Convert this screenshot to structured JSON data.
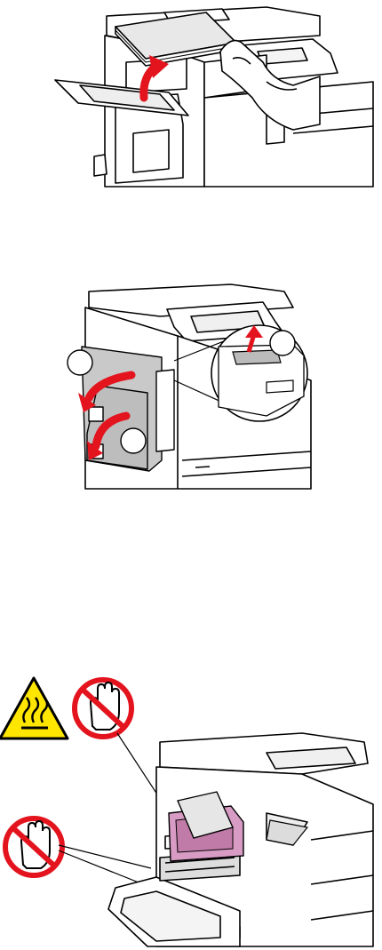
{
  "figures": [
    {
      "id": "load-paper-tray",
      "icons": [
        "printer-illustration",
        "paper-stack",
        "hand",
        "red-up-arrow"
      ]
    },
    {
      "id": "open-left-cover",
      "icons": [
        "printer-illustration",
        "red-curved-arrow",
        "release-latch-detail"
      ],
      "callouts": [
        "",
        "",
        ""
      ]
    },
    {
      "id": "fuser-warning",
      "icons": [
        "hot-surface-warning-icon",
        "no-touch-hand-icon",
        "fuser-highlight",
        "paper-jam"
      ],
      "colors": {
        "warning_yellow": "#FFE600",
        "prohibit_red": "#E4141E",
        "fuser_pink": "#D79BC4",
        "arrow_red": "#E4141E"
      }
    }
  ]
}
